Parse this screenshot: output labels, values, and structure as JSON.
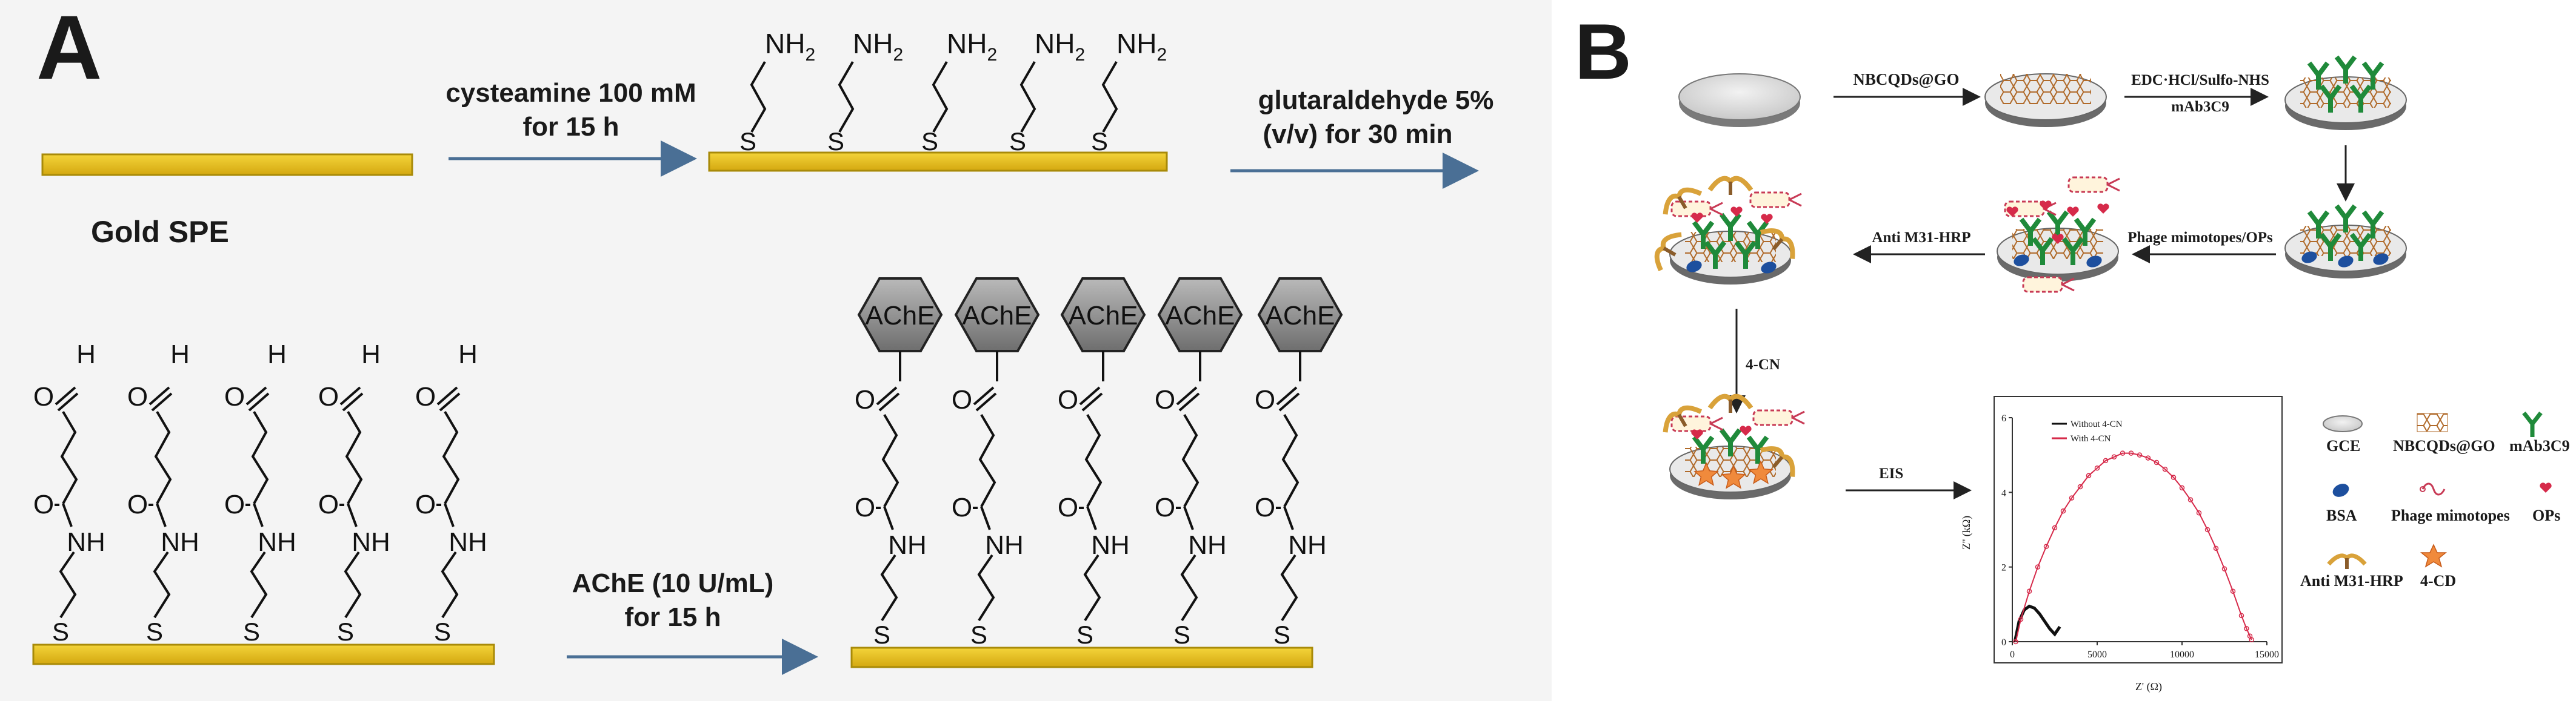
{
  "panel_a": {
    "label": "A",
    "gold_spe": "Gold SPE",
    "amine": "NH",
    "amine_sub": "2",
    "sulfur": "S",
    "oxygen": "O",
    "hydrogen": "H",
    "amide_nh": "NH",
    "enzyme": "AChE",
    "step1_line1": "cysteamine 100 mM",
    "step1_line2": "for 15 h",
    "step2_line1": "glutaraldehyde 5%",
    "step2_line2": "(v/v) for 30 min",
    "step3_line1": "AChE (10 U/mL)",
    "step3_line2": "for 15 h",
    "colors": {
      "gold": "#e8c21a",
      "gold_edge": "#a88a08",
      "arrow": "#4a6f95",
      "enzyme": "#8f8f8f"
    }
  },
  "panel_b": {
    "label": "B",
    "step_nbcqds": "NBCQDs@GO",
    "step_edc_line1": "EDC·HCl/Sulfo-NHS",
    "step_edc_line2": "mAb3C9",
    "step_phage": "Phage mimotopes/OPs",
    "step_anti": "Anti M31-HRP",
    "step_4cn": "4-CN",
    "step_eis": "EIS",
    "chart_ylabel": "Z'' (kΩ)",
    "chart_xlabel": "Z' (Ω)",
    "legend": {
      "gce": "GCE",
      "nbcqds": "NBCQDs@GO",
      "mab": "mAb3C9",
      "bsa": "BSA",
      "phage": "Phage mimotopes",
      "ops": "OPs",
      "anti": "Anti M31-HRP",
      "cd": "4-CD"
    },
    "colors": {
      "antibody": "#1f8a3a",
      "bsa": "#1d4f9e",
      "phage": "#c83a55",
      "anti_hrp": "#d9a23a",
      "cd": "#f08a3c"
    }
  },
  "chart_data": {
    "type": "scatter",
    "xlabel": "Z' (Ω)",
    "ylabel": "Z'' (kΩ)",
    "xlim": [
      0,
      15000
    ],
    "ylim": [
      0,
      6
    ],
    "x_ticks": [
      0,
      5000,
      10000,
      15000
    ],
    "y_ticks": [
      0,
      2,
      4,
      6
    ],
    "legend_position": "top-left",
    "series": [
      {
        "name": "Without 4-CN",
        "color": "#111111",
        "x": [
          150,
          400,
          700,
          1000,
          1300,
          1600,
          1900,
          2200,
          2500,
          2800
        ],
        "y": [
          0.0,
          0.55,
          0.85,
          0.95,
          0.9,
          0.75,
          0.55,
          0.35,
          0.2,
          0.4
        ]
      },
      {
        "name": "With 4-CN",
        "color": "#d62a4a",
        "x": [
          200,
          500,
          1000,
          1500,
          2000,
          2500,
          3000,
          3500,
          4000,
          4500,
          5000,
          5500,
          6000,
          6500,
          7000,
          7500,
          8000,
          8500,
          9000,
          9500,
          10000,
          10500,
          11000,
          11500,
          12000,
          12500,
          13000,
          13500,
          13800,
          14000,
          14100
        ],
        "y": [
          0.0,
          0.6,
          1.35,
          2.0,
          2.55,
          3.05,
          3.5,
          3.85,
          4.15,
          4.45,
          4.65,
          4.85,
          4.95,
          5.05,
          5.05,
          5.0,
          4.92,
          4.8,
          4.62,
          4.4,
          4.12,
          3.8,
          3.45,
          3.0,
          2.5,
          1.95,
          1.35,
          0.7,
          0.35,
          0.15,
          0.05
        ]
      }
    ]
  }
}
